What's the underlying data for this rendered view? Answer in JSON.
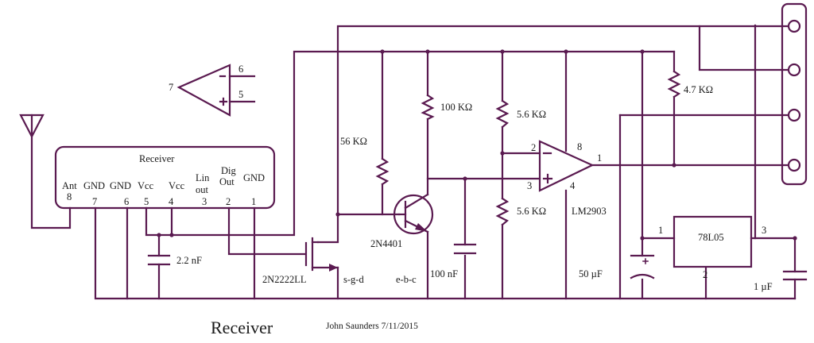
{
  "title": "Receiver",
  "author_line": "John Saunders 7/11/2015",
  "module": {
    "name": "Receiver",
    "pins": [
      {
        "label": "Ant",
        "num": "8"
      },
      {
        "label": "GND",
        "num": "7"
      },
      {
        "label": "GND",
        "num": "6"
      },
      {
        "label": "Vcc",
        "num": "5"
      },
      {
        "label": "Vcc",
        "num": "4"
      },
      {
        "label": "Lin out",
        "line1": "Lin",
        "line2": "out",
        "num": "3"
      },
      {
        "label": "Dig Out",
        "line1": "Dig",
        "line2": "Out",
        "num": "2"
      },
      {
        "label": "GND",
        "num": "1"
      }
    ]
  },
  "legend_opamp": {
    "out": "7",
    "inv": "6",
    "noninv": "5"
  },
  "components": {
    "r56k": "56 KΩ",
    "r100k": "100 KΩ",
    "r56k_top": "5.6 KΩ",
    "r56k_bot": "5.6 KΩ",
    "r47k": "4.7 KΩ",
    "c22n": "2.2 nF",
    "c100n": "100 nF",
    "c50u": "50 µF",
    "c1u": "1 µF",
    "mosfet": "2N2222LL",
    "mosfet_pins": "s-g-d",
    "bjt": "2N4401",
    "bjt_pins": "e-b-c",
    "opamp": "LM2903",
    "opamp_pin_inv": "2",
    "opamp_pin_noninv": "3",
    "opamp_pin_vcc": "8",
    "opamp_pin_gnd": "4",
    "opamp_pin_out": "1",
    "regulator": "78L05",
    "reg_pin_in": "1",
    "reg_pin_gnd": "2",
    "reg_pin_out": "3"
  },
  "colors": {
    "wire": "#5a1a50",
    "text": "#1a1a1a",
    "background": "#ffffff"
  }
}
